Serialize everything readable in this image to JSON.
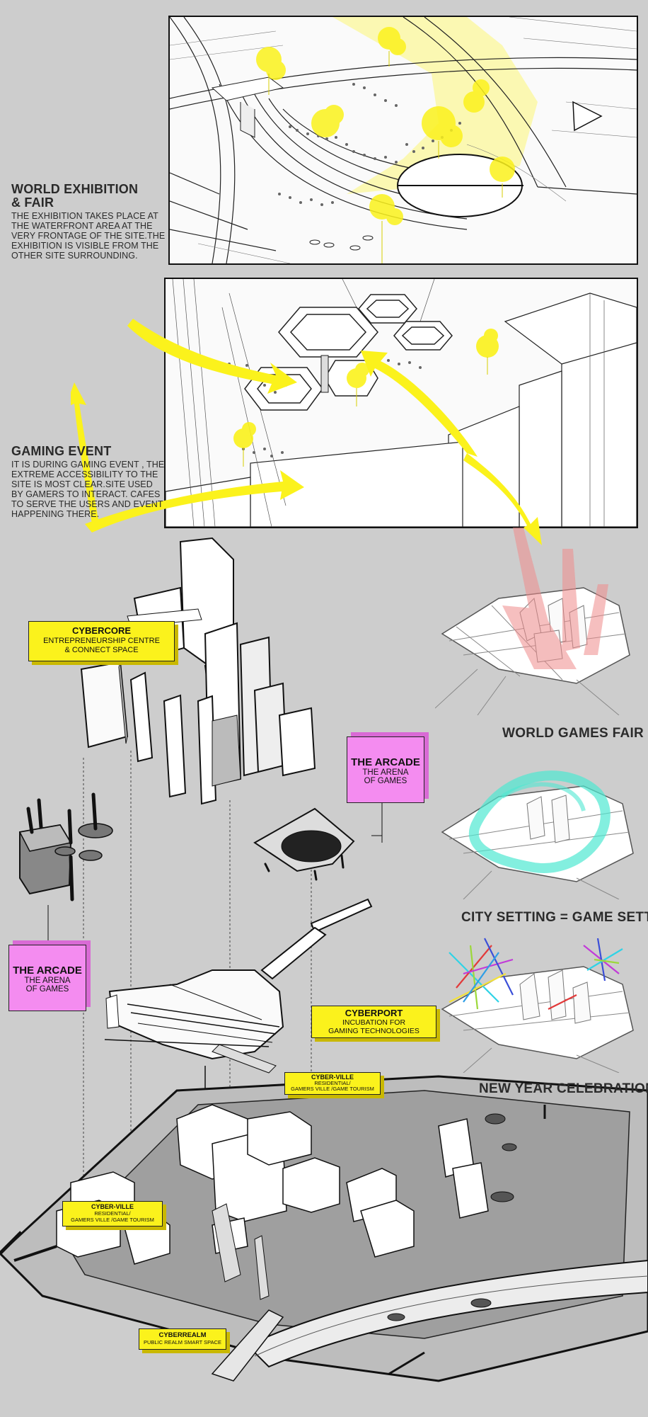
{
  "exhibition": {
    "title_line1": "WORLD EXHIBITION",
    "title_line2": "& FAIR",
    "body": "THE EXHIBITION TAKES PLACE AT THE WATERFRONT AREA AT THE VERY FRONTAGE OF THE SITE.THE EXHIBITION IS VISIBLE FROM THE OTHER SITE SURROUNDING."
  },
  "gaming": {
    "title": "GAMING EVENT",
    "body": "IT IS DURING GAMING EVENT , THE EXTREME ACCESSIBILITY TO THE SITE IS MOST CLEAR.SITE USED BY GAMERS TO INTERACT. CAFES TO SERVE THE USERS AND EVENT HAPPENING THERE."
  },
  "tags": {
    "cybercore": {
      "title": "CYBERCORE",
      "sub1": "ENTREPRENEURSHIP CENTRE",
      "sub2": "& CONNECT SPACE"
    },
    "arcade_right": {
      "title": "THE ARCADE",
      "sub1": "THE ARENA",
      "sub2": "OF GAMES"
    },
    "arcade_left": {
      "title": "THE ARCADE",
      "sub1": "THE ARENA",
      "sub2": "OF GAMES"
    },
    "cyberport": {
      "title": "CYBERPORT",
      "sub1": "INCUBATION FOR",
      "sub2": "GAMING TECHNOLOGIES"
    },
    "cyberville_right": {
      "title": "CYBER-VILLE",
      "sub1": "RESIDENTIAL/",
      "sub2": "GAMERS VILLE /GAME TOURISM"
    },
    "cyberville_left": {
      "title": "CYBER-VILLE",
      "sub1": "RESIDENTIAL/",
      "sub2": "GAMERS VILLE /GAME TOURISM"
    },
    "cyberrealm": {
      "title": "CYBERREALM",
      "sub1": "PUBLIC REALM SMART SPACE"
    }
  },
  "scenarios": {
    "world_games_fair": "WORLD GAMES FAIR",
    "city_setting": "CITY SETTING = GAME SETTIN",
    "new_year": "NEW YEAR CELEBRATION"
  },
  "colors": {
    "background": "#cdcdcd",
    "highlight_yellow": "#fbf21c",
    "arcade_pink": "#f48cf0",
    "fair_red": "#f08c8c",
    "setting_cyan": "#4fe8d2"
  },
  "icons": {
    "tree": "tree-icon",
    "arrow": "arrow-icon",
    "light_beam": "light-beam-icon"
  }
}
